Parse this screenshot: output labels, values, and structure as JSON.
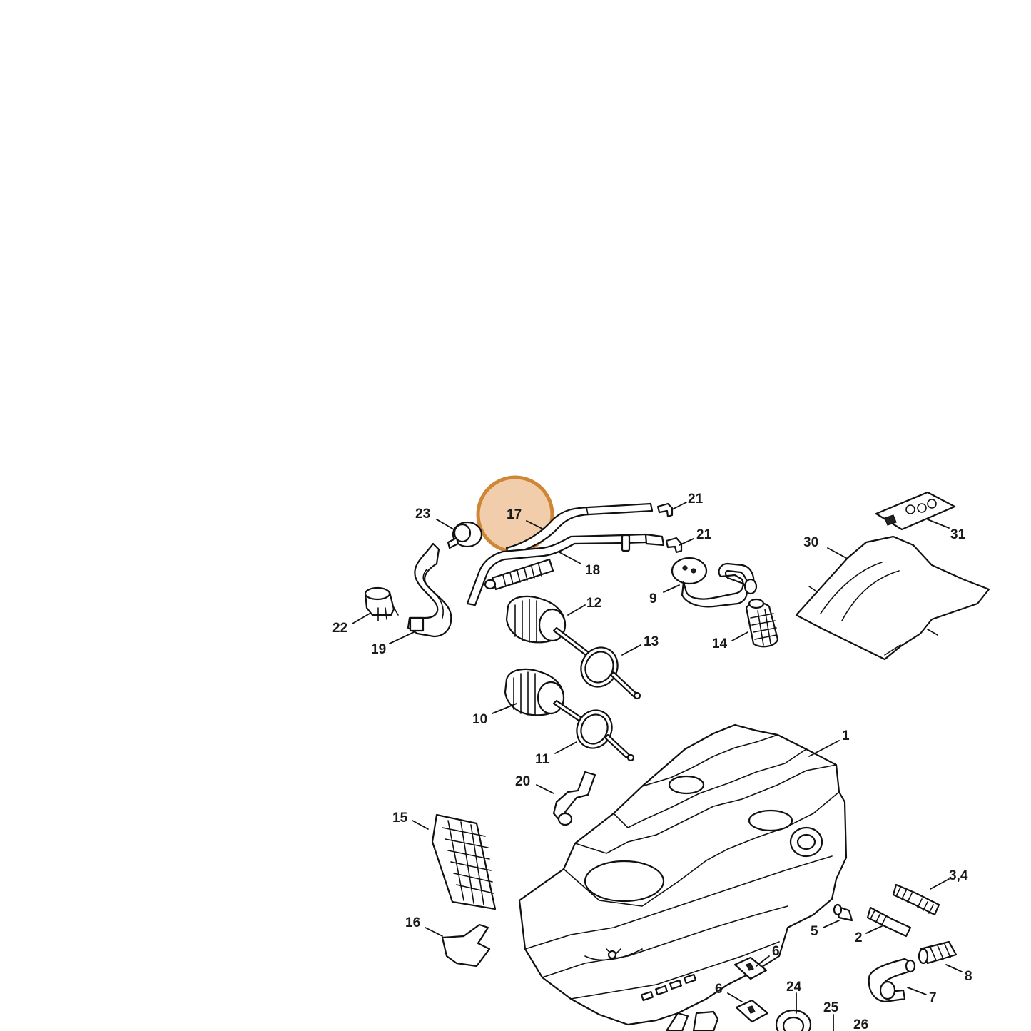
{
  "diagram": {
    "highlight_color": "#efc29a",
    "highlight_border_color": "#cf8636",
    "highlighted_part": "17",
    "callouts": [
      {
        "id": "c17",
        "label": "17"
      },
      {
        "id": "c23",
        "label": "23"
      },
      {
        "id": "c21a",
        "label": "21"
      },
      {
        "id": "c21b",
        "label": "21"
      },
      {
        "id": "c18",
        "label": "18"
      },
      {
        "id": "c30",
        "label": "30"
      },
      {
        "id": "c31",
        "label": "31"
      },
      {
        "id": "c12",
        "label": "12"
      },
      {
        "id": "c9",
        "label": "9"
      },
      {
        "id": "c22",
        "label": "22"
      },
      {
        "id": "c19",
        "label": "19"
      },
      {
        "id": "c13",
        "label": "13"
      },
      {
        "id": "c14",
        "label": "14"
      },
      {
        "id": "c10",
        "label": "10"
      },
      {
        "id": "c1",
        "label": "1"
      },
      {
        "id": "c11",
        "label": "11"
      },
      {
        "id": "c20",
        "label": "20"
      },
      {
        "id": "c15",
        "label": "15"
      },
      {
        "id": "c34",
        "label": "3,4"
      },
      {
        "id": "c5",
        "label": "5"
      },
      {
        "id": "c2",
        "label": "2"
      },
      {
        "id": "c16",
        "label": "16"
      },
      {
        "id": "c6a",
        "label": "6"
      },
      {
        "id": "c8",
        "label": "8"
      },
      {
        "id": "c24",
        "label": "24"
      },
      {
        "id": "c6b",
        "label": "6"
      },
      {
        "id": "c7",
        "label": "7"
      },
      {
        "id": "c25",
        "label": "25"
      },
      {
        "id": "c26",
        "label": "26"
      }
    ]
  }
}
